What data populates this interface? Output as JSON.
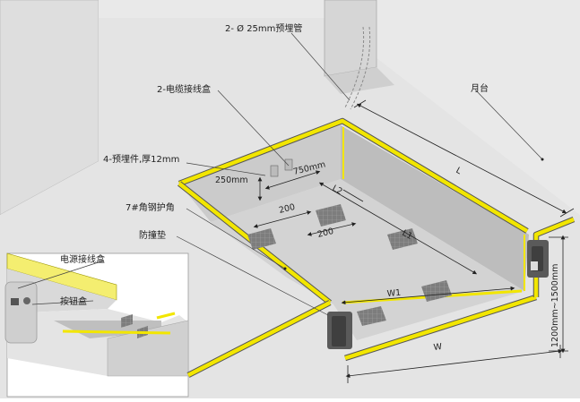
{
  "labels": {
    "conduit": "2- Ø 25mm预埋管",
    "cable_box": "2-电缆接线盒",
    "platform": "月台",
    "embedded_parts": "4-预埋件,厚12mm",
    "angle_steel": "7#角钢护角",
    "bumper": "防撞垫",
    "power_box": "电源接线盒",
    "button_box": "按钮盒"
  },
  "dimensions": {
    "d250": "250mm",
    "d750": "750mm",
    "d200a": "200",
    "d200b": "200",
    "L": "L",
    "L1": "L1",
    "L2": "L2",
    "W": "W",
    "W1": "W1",
    "depth": "1200mm~1500mm"
  },
  "colors": {
    "background": "#ffffff",
    "wall": "#dcdcdc",
    "floor": "#e6e6e6",
    "pit_floor": "#d2d2d2",
    "pit_wall": "#c4c4c4",
    "edge_yellow": "#f2e600",
    "edge_dark": "#6b6b6b",
    "plate": "#8c8c8c"
  }
}
